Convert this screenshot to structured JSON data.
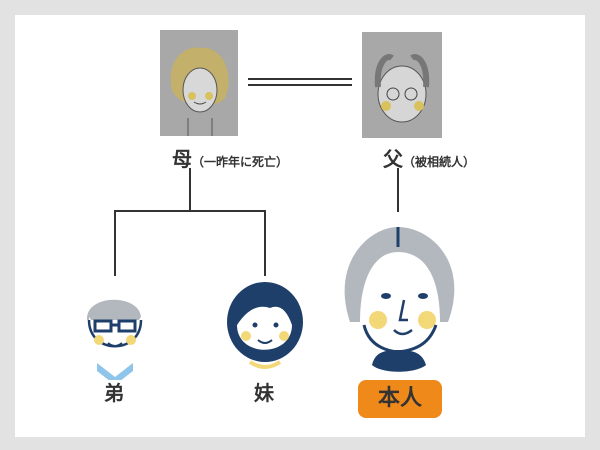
{
  "mother": {
    "name": "母",
    "note": "（一昨年に死亡）"
  },
  "father": {
    "name": "父",
    "note": "（被相続人）"
  },
  "brother": {
    "name": "弟"
  },
  "sister": {
    "name": "妹"
  },
  "self": {
    "name": "本人"
  },
  "colors": {
    "badge": "#ef8a1a",
    "navy": "#1f3f6b",
    "hair_gray": "#b3b8bf",
    "cheek": "#f3d878",
    "photo": "#a8a8a8"
  }
}
